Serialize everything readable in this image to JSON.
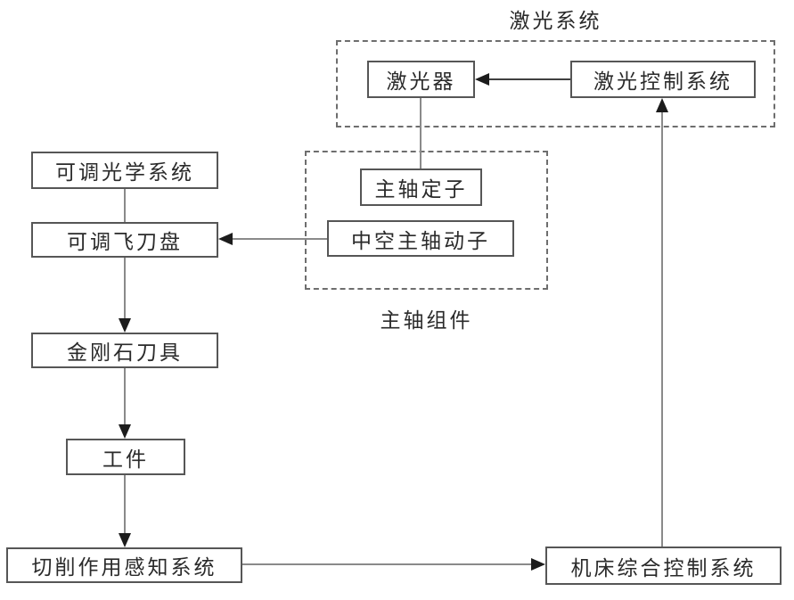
{
  "diagram": {
    "title": "激光系统",
    "colors": {
      "background": "#ffffff",
      "box_border": "#565656",
      "dashed_border": "#6e6e6e",
      "line_gray": "#8a8a8a",
      "line_dark": "#404040",
      "arrowhead": "#1c1c1c",
      "text": "#2a2a2a"
    },
    "groups": {
      "laser_system": {
        "label": "激光系统"
      },
      "spindle_assembly": {
        "label": "主轴组件"
      }
    },
    "nodes": {
      "laser": {
        "label": "激光器"
      },
      "laser_control": {
        "label": "激光控制系统"
      },
      "spindle_stator": {
        "label": "主轴定子"
      },
      "hollow_spindle_mover": {
        "label": "中空主轴动子"
      },
      "adjustable_optics": {
        "label": "可调光学系统"
      },
      "adjustable_fly_cutter": {
        "label": "可调飞刀盘"
      },
      "diamond_tool": {
        "label": "金刚石刀具"
      },
      "workpiece": {
        "label": "工件"
      },
      "cutting_sense": {
        "label": "切削作用感知系统"
      },
      "machine_control": {
        "label": "机床综合控制系统"
      }
    },
    "edges": [
      {
        "from": "laser_control",
        "to": "laser",
        "arrow": true
      },
      {
        "from": "machine_control",
        "to": "laser_control",
        "arrow": true
      },
      {
        "from": "laser",
        "to": "spindle_stator",
        "arrow": false
      },
      {
        "from": "hollow_spindle_mover",
        "to": "adjustable_fly_cutter",
        "arrow": true
      },
      {
        "from": "adjustable_optics",
        "to": "adjustable_fly_cutter",
        "arrow": false
      },
      {
        "from": "adjustable_fly_cutter",
        "to": "diamond_tool",
        "arrow": true
      },
      {
        "from": "diamond_tool",
        "to": "workpiece",
        "arrow": true
      },
      {
        "from": "workpiece",
        "to": "cutting_sense",
        "arrow": true
      },
      {
        "from": "cutting_sense",
        "to": "machine_control",
        "arrow": true
      }
    ]
  }
}
